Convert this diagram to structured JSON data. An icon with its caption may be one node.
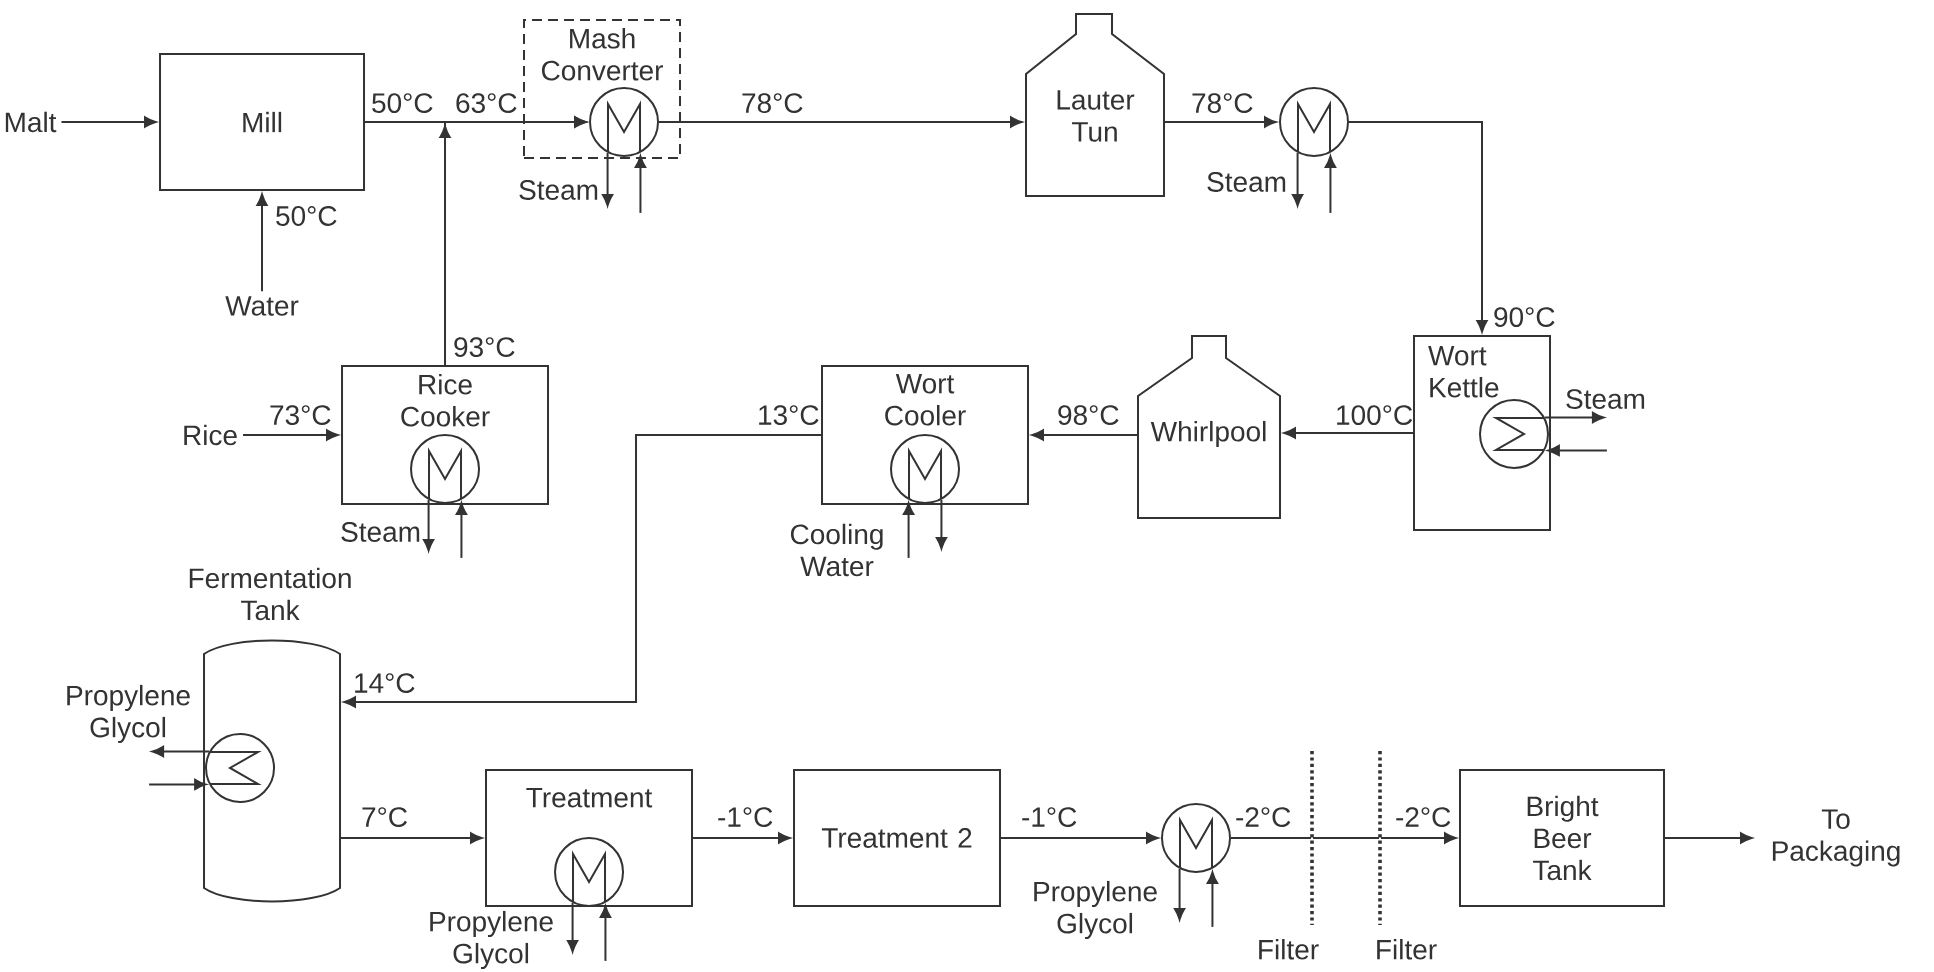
{
  "diagram": {
    "nodes": [
      {
        "text": [
          "Malt"
        ]
      },
      {
        "text": [
          "Mill"
        ]
      },
      {
        "text": [
          "Water"
        ]
      },
      {
        "text": [
          "Mash Converter"
        ]
      },
      {
        "text": [],
        "shape": "circle",
        "in": 3
      },
      {
        "text": [
          "Lauter Tun"
        ]
      },
      {
        "text": [],
        "shape": "circle"
      },
      {
        "text": [
          "Rice"
        ]
      },
      {
        "text": [
          "Rice Cooker"
        ]
      },
      {
        "text": [],
        "shape": "circle",
        "in": 8
      },
      {
        "text": [
          "Wort Cooler"
        ]
      },
      {
        "text": [],
        "shape": "circle",
        "in": 10
      },
      {
        "text": [
          "Whirlpool"
        ]
      },
      {
        "text": [
          "Wort Kettle"
        ]
      },
      {
        "text": [],
        "shape": "circle",
        "in": 13
      },
      {
        "text": [
          "Fermentation Tank"
        ]
      },
      {
        "text": [],
        "shape": "circle",
        "in": 15
      },
      {
        "text": [
          "Treatment"
        ]
      },
      {
        "text": [],
        "shape": "circle",
        "in": 17
      },
      {
        "text": [
          "Treatment 2"
        ]
      },
      {
        "text": [],
        "shape": "circle"
      },
      {
        "text": [
          "Filter"
        ]
      },
      {
        "text": [
          "Filter"
        ]
      },
      {
        "text": [
          "Bright Beer Tank"
        ]
      },
      {
        "text": [
          "To Packaging"
        ]
      }
    ],
    "edges": [
      {
        "from": 0,
        "to": 1,
        "arrow": "to"
      },
      {
        "from": 2,
        "to": 1,
        "arrow": "to",
        "label": "50°C"
      },
      {
        "from": 1,
        "to": 4,
        "arrow": "to",
        "label": "50°C"
      },
      {
        "from": 8,
        "to": 4,
        "arrow": "to",
        "label": "93°C"
      },
      {
        "from": 4,
        "to": 5,
        "arrow": "to",
        "label": "78°C"
      },
      {
        "from": 5,
        "to": 6,
        "arrow": "to",
        "label": "78°C"
      },
      {
        "from": 6,
        "to": 13,
        "arrow": "to",
        "label": "90°C"
      },
      {
        "from": 4,
        "to": null,
        "arrow": "to",
        "label": "Steam"
      },
      {
        "from": null,
        "to": 4,
        "arrow": "to"
      },
      {
        "from": 6,
        "to": null,
        "arrow": "to",
        "label": "Steam"
      },
      {
        "from": null,
        "to": 6,
        "arrow": "to"
      },
      {
        "from": 7,
        "to": 8,
        "arrow": "to",
        "label": "73°C"
      },
      {
        "from": 9,
        "to": null,
        "arrow": "to",
        "label": "Steam"
      },
      {
        "from": null,
        "to": 9,
        "arrow": "to"
      },
      {
        "from": 13,
        "to": 12,
        "arrow": "to",
        "label": "100°C"
      },
      {
        "from": 14,
        "to": null,
        "arrow": "to",
        "label": "Steam"
      },
      {
        "from": null,
        "to": 14,
        "arrow": "to"
      },
      {
        "from": 12,
        "to": 10,
        "arrow": "to",
        "label": "98°C"
      },
      {
        "from": null,
        "to": 11,
        "arrow": "to",
        "label": "Cooling Water"
      },
      {
        "from": 11,
        "to": null,
        "arrow": "to"
      },
      {
        "from": 10,
        "to": 15,
        "arrow": "to",
        "label": "13°C"
      },
      {
        "from": 16,
        "to": null,
        "arrow": "to",
        "label": "Propylene Glycol"
      },
      {
        "from": null,
        "to": 16,
        "arrow": "to"
      },
      {
        "from": 15,
        "to": 17,
        "arrow": "to",
        "label": "7°C"
      },
      {
        "from": 18,
        "to": null,
        "arrow": "to",
        "label": "Propylene Glycol"
      },
      {
        "from": null,
        "to": 18,
        "arrow": "to"
      },
      {
        "from": 17,
        "to": 19,
        "arrow": "to",
        "label": "-1°C"
      },
      {
        "from": 19,
        "to": 20,
        "arrow": "to",
        "label": "-1°C"
      },
      {
        "from": 20,
        "to": null,
        "arrow": "to",
        "label": "Propylene Glycol"
      },
      {
        "from": null,
        "to": 20,
        "arrow": "to"
      },
      {
        "from": 20,
        "to": 21,
        "arrow": "none",
        "label": "-2°C"
      },
      {
        "from": 21,
        "to": 22,
        "arrow": "none"
      },
      {
        "from": 22,
        "to": 23,
        "arrow": "to",
        "label": "-2°C"
      },
      {
        "from": 23,
        "to": 24,
        "arrow": "to"
      }
    ],
    "labels": [
      "63°C",
      "14°C"
    ]
  }
}
